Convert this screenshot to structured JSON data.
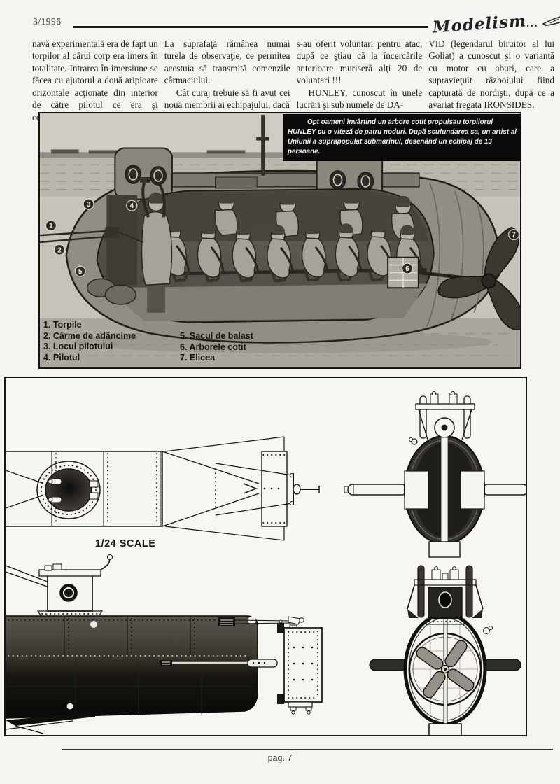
{
  "header": {
    "issue": "3/1996",
    "magazine": "Modelism",
    "dots": "..."
  },
  "article": {
    "col1": [
      "navă experimentală era de fapt un torpilor al cărui corp era imers în totalitate. Intrarea în imersiune se făcea cu ajutorul a două aripioare orizontale acţionate din interior de către pilotul ce era şi comandant."
    ],
    "col2": [
      "La suprafaţă rămânea numai turela de observaţie, ce permitea acestuia să transmită comenzile cârmaciului.",
      "Cât curaj trebuie să fi avut cei nouă membrii ai echipajului, dacă"
    ],
    "col3": [
      "s-au oferit voluntari pentru atac, după ce ştiau că la încercările anterioare muriseră alţi 20 de voluntari !!!",
      "HUNLEY, cunoscut în unele lucrări şi sub numele de DA-"
    ],
    "col4": [
      "VID (legendarul biruitor al lui Goliat) a cunoscut şi o variantă cu motor cu aburi, care a supravieţuit războiului fiind capturată de nordişti, după ce a avariat fregata IRONSIDES."
    ]
  },
  "illustration": {
    "caption": "Opt oameni învârtind un arbore cotit propulsau torpilorul HUNLEY cu o viteză de patru noduri. După scufundarea sa, un artist al Uniunii a suprapopulat submarinul, desenând un echipaj de 13 persoane.",
    "legend_col1": [
      "1. Torpile",
      "2. Cârme de adâncime",
      "3. Locul pilotului",
      "4. Pilotul"
    ],
    "legend_col2": [
      "5. Sacul de balast",
      "6. Arborele cotit",
      "7. Elicea"
    ],
    "callouts": [
      "1",
      "2",
      "3",
      "4",
      "5",
      "6",
      "7"
    ]
  },
  "drawings": {
    "scale_label": "1/24 SCALE"
  },
  "footer": {
    "page_label": "pag. 7"
  },
  "colors": {
    "page_bg": "#f5f4f0",
    "caption_bg": "#0b0b0a",
    "caption_text": "#f4f2ee",
    "illustration_bg": "#c7c3bb"
  }
}
